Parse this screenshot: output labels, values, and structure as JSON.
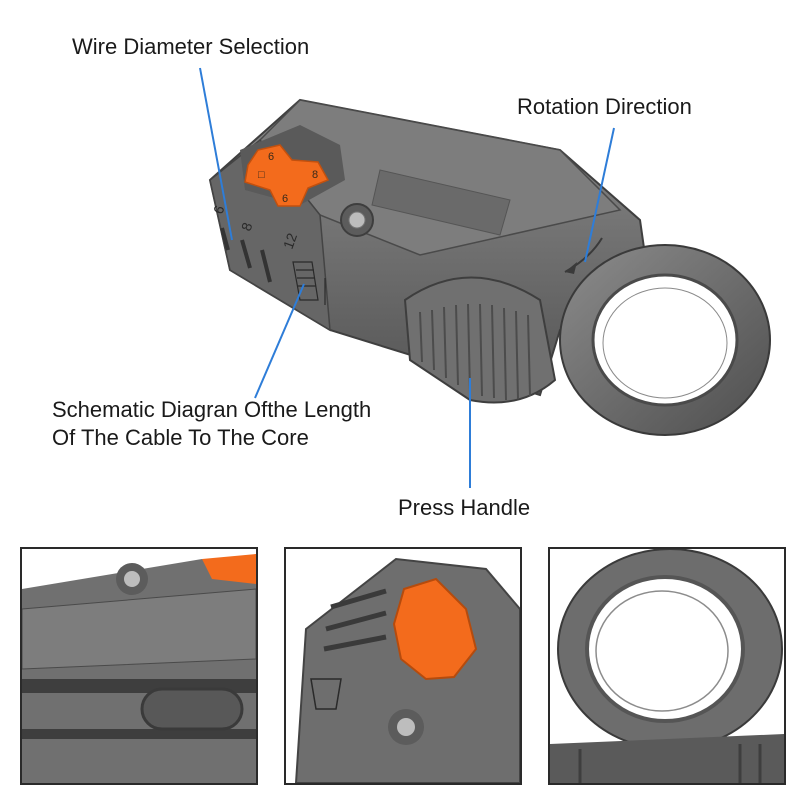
{
  "callouts": {
    "wire_diameter": "Wire Diameter Selection",
    "rotation_direction": "Rotation Direction",
    "schematic_line1": "Schematic Diagran Ofthe Length",
    "schematic_line2": "Of The Cable To The Core",
    "press_handle": "Press Handle"
  },
  "dial_numbers": [
    "6",
    "8",
    "12"
  ],
  "colors": {
    "tool_body": "#6f6f6f",
    "tool_dark": "#4a4a4a",
    "blade_orange": "#f36b1c",
    "leader_blue": "#2e7dd8"
  }
}
